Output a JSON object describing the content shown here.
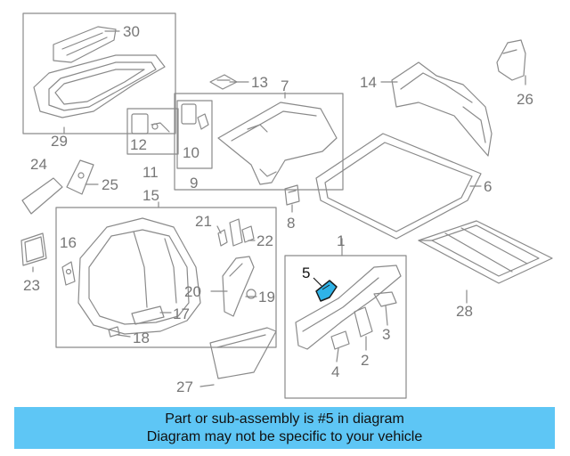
{
  "caption": {
    "line1": "Part or sub-assembly is #5 in diagram",
    "line2": "Diagram may not be specific to your vehicle",
    "background": "#5ec6f5"
  },
  "diagram": {
    "highlighted_part": "5",
    "highlight_color": "#2fb3e8",
    "callouts": [
      "1",
      "2",
      "3",
      "4",
      "5",
      "6",
      "7",
      "8",
      "9",
      "10",
      "11",
      "12",
      "13",
      "14",
      "15",
      "16",
      "17",
      "18",
      "19",
      "20",
      "21",
      "22",
      "23",
      "24",
      "25",
      "26",
      "27",
      "28",
      "29",
      "30"
    ]
  }
}
